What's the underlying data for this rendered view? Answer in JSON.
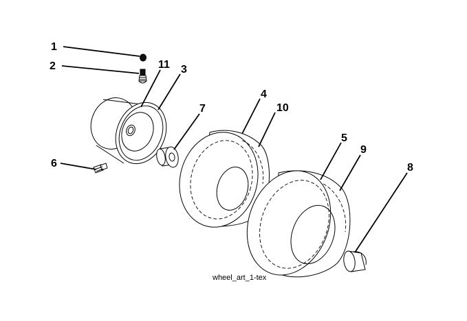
{
  "callouts": [
    {
      "id": "1",
      "label": "1"
    },
    {
      "id": "2",
      "label": "2"
    },
    {
      "id": "11",
      "label": "11"
    },
    {
      "id": "3",
      "label": "3"
    },
    {
      "id": "7",
      "label": "7"
    },
    {
      "id": "4",
      "label": "4"
    },
    {
      "id": "10",
      "label": "10"
    },
    {
      "id": "6",
      "label": "6"
    },
    {
      "id": "5",
      "label": "5"
    },
    {
      "id": "9",
      "label": "9"
    },
    {
      "id": "8",
      "label": "8"
    }
  ],
  "caption": "wheel_art_1-tex"
}
